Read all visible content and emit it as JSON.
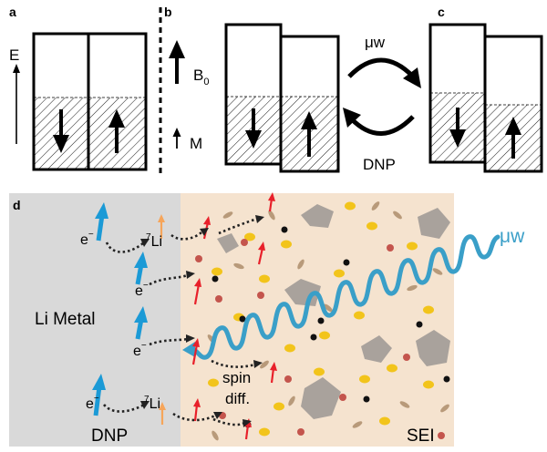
{
  "panels": {
    "a": {
      "letter": "a",
      "axis_label": "E"
    },
    "b": {
      "letter": "b",
      "field_label": "B",
      "field_subscript": "0",
      "magnetization_label": "M"
    },
    "c": {
      "letter": "c"
    },
    "cycle": {
      "top_label": "μw",
      "bottom_label": "DNP"
    },
    "d": {
      "letter": "d",
      "metal_label": "Li Metal",
      "sei_label": "SEI",
      "bottom_left_label": "DNP",
      "mw_label": "μw",
      "electron_label": "e",
      "electron_superscript": "−",
      "li7_superscript": "7",
      "li7_label": "Li",
      "spin_line1": "spin",
      "spin_line2": "diff."
    }
  },
  "colors": {
    "metal_region": "#d9d9d9",
    "sei_region": "#f5e3cf",
    "electron_spin": "#1b9ad6",
    "li7_spin": "#f6a55a",
    "nuclear_spin": "#e8202a",
    "microwave": "#3a9fc8",
    "particle_yellow": "#f2c41b",
    "particle_red": "#c4554d",
    "particle_tan": "#b89a7a",
    "particle_gray": "#a9a29c",
    "particle_black": "#111111"
  }
}
